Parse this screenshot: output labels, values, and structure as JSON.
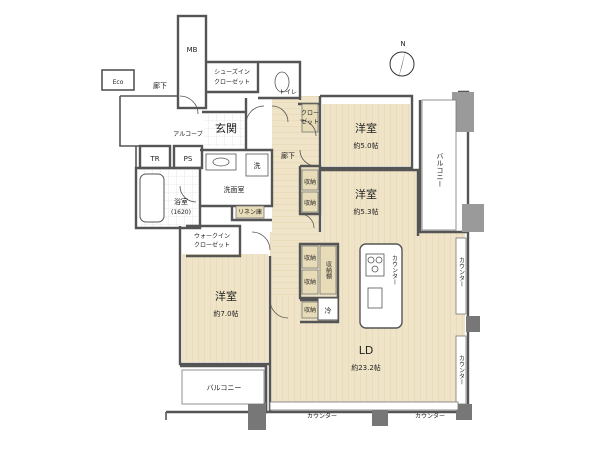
{
  "compass": {
    "label": "N"
  },
  "labels": {
    "mb": "MB",
    "eco": "Eco",
    "corridor_top": "廊下",
    "corridor_mid": "廊下",
    "alcove": "アルコーブ",
    "shoes_closet_1": "シューズイン",
    "shoes_closet_2": "クローゼット",
    "toilet": "トイレ",
    "entrance": "玄関",
    "closet_1": "クロー",
    "closet_2": "ゼット",
    "bedroom1_name": "洋室",
    "bedroom1_size": "約5.0帖",
    "tr": "TR",
    "ps": "PS",
    "wash": "洗",
    "washroom": "洗面室",
    "bathroom_1": "浴室",
    "bathroom_2": "(1620)",
    "linen": "リネン庫",
    "storage_a": "収納",
    "storage_b": "収納",
    "bedroom2_name": "洋室",
    "bedroom2_size": "約5.3帖",
    "balcony_right": "バルコニー",
    "walkin_1": "ウォークイン",
    "walkin_2": "クローゼット",
    "storage_c": "収納",
    "storage_d": "収納",
    "storage_shelf": "収納棚",
    "kitchen_counter": "カウンター",
    "counter_right_top": "カウンター",
    "bedroom3_name": "洋室",
    "bedroom3_size": "約7.0帖",
    "storage_e": "収納",
    "fridge": "冷",
    "ld_name": "LD",
    "ld_size": "約23.2帖",
    "counter_right_bottom": "カウンター",
    "balcony_bottom": "バルコニー",
    "counter_bottom_left": "カウンター",
    "counter_bottom_right": "カウンター"
  },
  "colors": {
    "floor_wood": "#efe4c7",
    "floor_wood_line": "#e2d3ad",
    "wall": "#555555",
    "closet_fill": "#e8dcb8",
    "tile": "#ffffff",
    "wet": "#eef4fa"
  }
}
